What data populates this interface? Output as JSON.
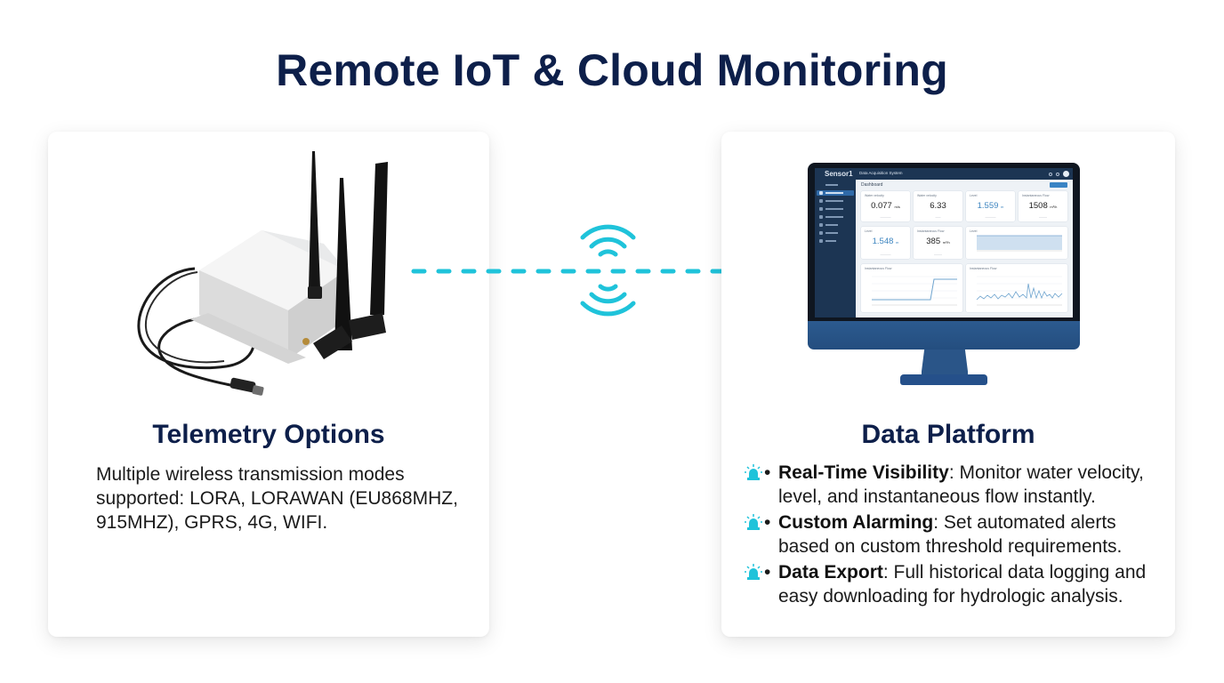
{
  "page": {
    "title": "Remote IoT & Cloud Monitoring",
    "accent_color": "#1fc3da",
    "title_color": "#0d1f4a"
  },
  "telemetry": {
    "image": "lora-gateway-with-antennas",
    "heading": "Telemetry Options",
    "description": "Multiple wireless transmission modes supported: LORA, LORAWAN (EU868MHZ, 915MHZ), GPRS, 4G, WIFI."
  },
  "connector": {
    "icons": [
      "wireless-signal-icon",
      "dashed-arrow-right"
    ]
  },
  "platform": {
    "heading": "Data Platform",
    "dashboard": {
      "logo": "Sensor1",
      "app_title": "Data Acquisition System",
      "page_title": "Dashboard",
      "tiles": [
        {
          "label": "Water velocity",
          "value": "0.077",
          "unit": "m/s"
        },
        {
          "label": "Water velocity",
          "value": "6.33",
          "unit": ""
        },
        {
          "label": "Level",
          "value": "1.559",
          "unit": "m"
        },
        {
          "label": "Instantaneous Flow",
          "value": "1508",
          "unit": "m³/h"
        },
        {
          "label": "Level",
          "value": "1.548",
          "unit": "m"
        },
        {
          "label": "Instantaneous Flow",
          "value": "385",
          "unit": "m³/h"
        }
      ],
      "charts": [
        {
          "label": "Level"
        },
        {
          "label": "Instantaneous Flow"
        },
        {
          "label": "Instantaneous Flow"
        }
      ]
    },
    "bullets": [
      {
        "icon": "alarm-light-icon",
        "title": "Real-Time Visibility",
        "text": ": Monitor water velocity, level, and instantaneous flow instantly."
      },
      {
        "icon": "alarm-light-icon",
        "title": "Custom Alarming",
        "text": ": Set automated alerts based on custom threshold requirements."
      },
      {
        "icon": "alarm-light-icon",
        "title": "Data Export",
        "text": ": Full historical data logging and easy downloading for hydrologic analysis."
      }
    ]
  }
}
